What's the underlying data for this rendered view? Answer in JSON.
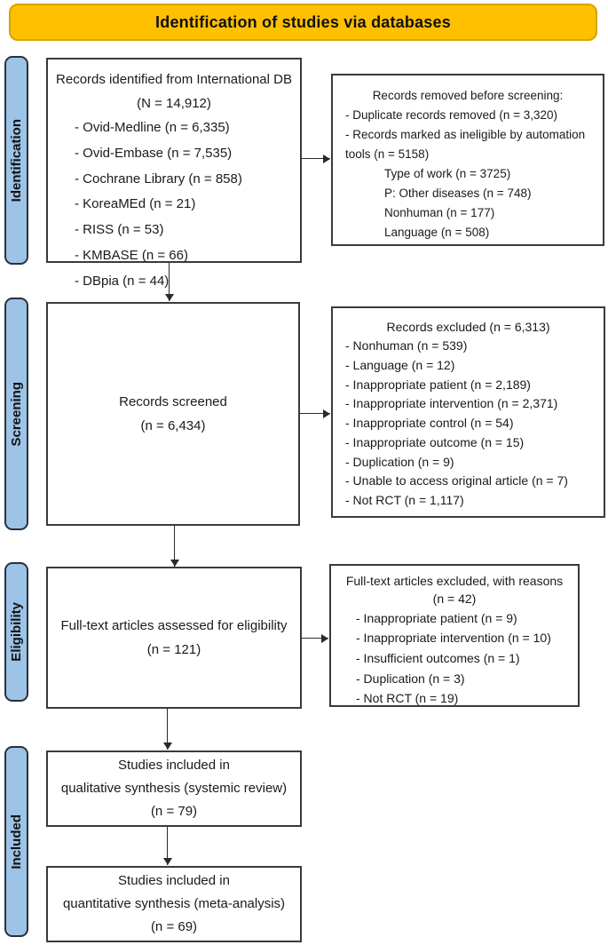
{
  "banner": {
    "title": "Identification of studies via databases"
  },
  "colors": {
    "banner_bg": "#FFC000",
    "stage_bg": "#9DC3E6",
    "box_border": "#3a3a3a"
  },
  "stages": [
    {
      "label": "Identification"
    },
    {
      "label": "Screening"
    },
    {
      "label": "Eligibility"
    },
    {
      "label": "Included"
    }
  ],
  "boxes": {
    "identified": {
      "title": "Records identified from International DB",
      "subtitle": "(N = 14,912)",
      "items": [
        "- Ovid-Medline (n = 6,335)",
        "- Ovid-Embase (n = 7,535)",
        "- Cochrane Library (n = 858)",
        "- KoreaMEd (n = 21)",
        "-  RISS (n = 53)",
        "-  KMBASE (n = 66)",
        "-  DBpia (n = 44)"
      ]
    },
    "removed": {
      "title": "Records removed before screening:",
      "items": [
        "- Duplicate records removed (n = 3,320)",
        "- Records marked as ineligible by automation tools  (n = 5158)"
      ],
      "subitems": [
        "Type of work (n = 3725)",
        "P: Other diseases (n = 748)",
        "Nonhuman (n = 177)",
        "Language (n = 508)"
      ]
    },
    "screened": {
      "title": "Records screened",
      "subtitle": "(n = 6,434)"
    },
    "excluded": {
      "title": "Records excluded (n = 6,313)",
      "items": [
        "- Nonhuman (n = 539)",
        "- Language (n = 12)",
        "- Inappropriate patient (n = 2,189)",
        "- Inappropriate intervention (n = 2,371)",
        "- Inappropriate control (n = 54)",
        "- Inappropriate outcome (n = 15)",
        "- Duplication (n = 9)",
        "- Unable to access original article (n = 7)",
        "- Not RCT (n = 1,117)"
      ]
    },
    "fulltext": {
      "title": "Full-text articles assessed for eligibility",
      "subtitle": "(n = 121)"
    },
    "fulltext_excluded": {
      "title": "Full-text articles excluded, with reasons",
      "subtitle": "(n = 42)",
      "items": [
        "- Inappropriate patient (n = 9)",
        "- Inappropriate intervention (n = 10)",
        "- Insufficient outcomes (n = 1)",
        "- Duplication (n = 3)",
        "- Not RCT (n = 19)"
      ]
    },
    "qualitative": {
      "line1": "Studies included in",
      "line2": "qualitative synthesis (systemic review)",
      "line3": "(n = 79)"
    },
    "quantitative": {
      "line1": "Studies included in",
      "line2": "quantitative synthesis (meta-analysis)",
      "line3": "(n = 69)"
    }
  }
}
